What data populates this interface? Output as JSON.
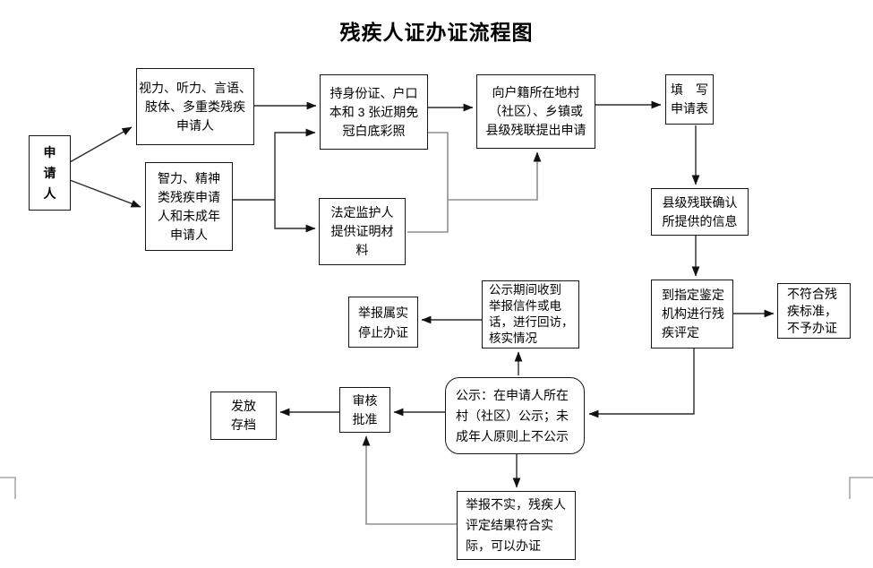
{
  "title": "残疾人证办证流程图",
  "nodes": {
    "applicant": {
      "label": "申\n请\n人"
    },
    "sensory": {
      "label": "视力、听力、言语、\n肢体、多重类残疾\n申请人"
    },
    "mental": {
      "label": "智力、精神\n类残疾申请\n人和未成年\n申请人"
    },
    "documents": {
      "label": "持身份证、户口\n本和 3 张近期免\n冠白底彩照"
    },
    "guardian": {
      "label": "法定监护人\n提供证明材\n料"
    },
    "apply": {
      "label": "向户籍所在地村\n（社区）、乡镇或\n县级残联提出申请"
    },
    "form": {
      "label": "填　写\n申请表"
    },
    "confirm": {
      "label": "县级残联确认\n所提供的信息"
    },
    "assess": {
      "label": "到指定鉴定\n机构进行残\n疾评定"
    },
    "not_qualified": {
      "label": "不符合残\n疾标准，\n不予办证"
    },
    "report_received": {
      "label": "公示期间收到\n举报信件或电\n话，进行回访，\n核实情况"
    },
    "report_true": {
      "label": "举报属实\n停止办证"
    },
    "publicity": {
      "label": "公示：在申请人所在\n村（社区）公示；未\n成年人原则上不公示"
    },
    "approve": {
      "label": "审核\n批准"
    },
    "issue": {
      "label": "发放\n存档"
    },
    "report_false": {
      "label": "举报不实，残疾人\n评定结果符合实\n际，可以办证"
    }
  },
  "colors": {
    "line": "#2b2b2b",
    "line_secondary": "#8f8f8f",
    "box_border": "#151515",
    "background": "#ffffff",
    "canvas_mark": "#a8a8a8"
  }
}
